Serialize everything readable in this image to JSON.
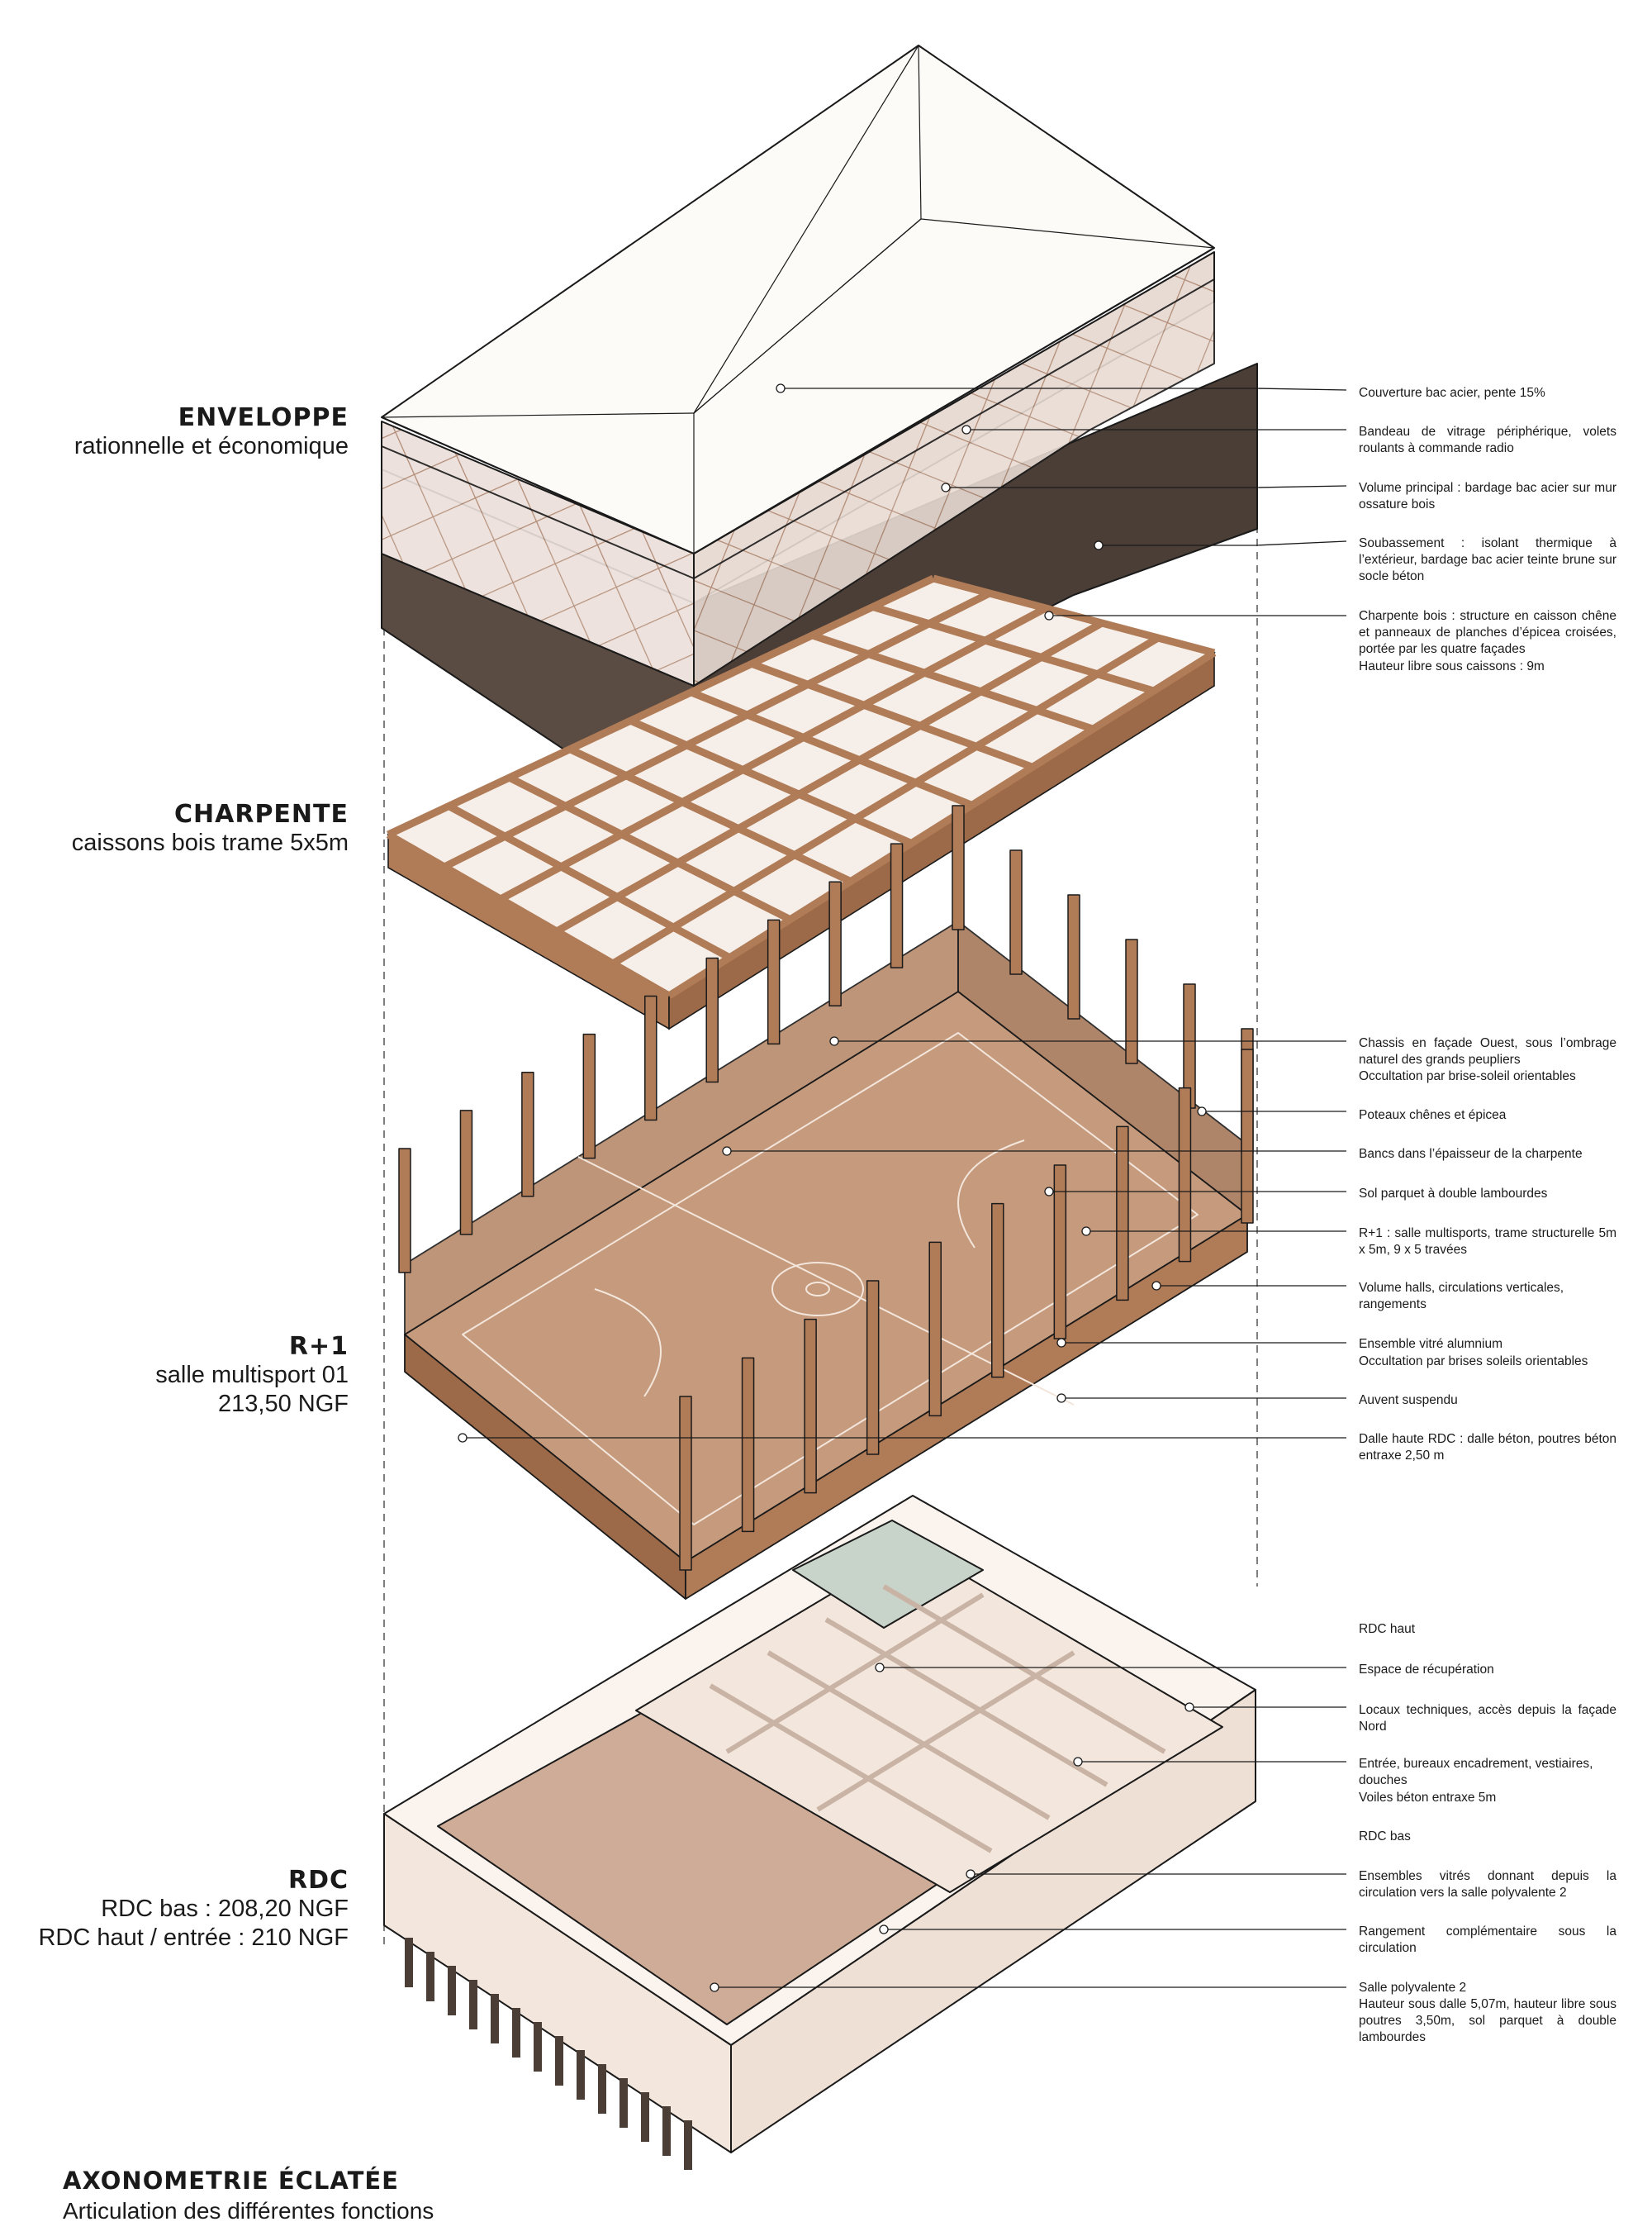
{
  "sections": {
    "enveloppe": {
      "title": "ENVELOPPE",
      "lines": [
        "rationnelle et  économique"
      ]
    },
    "charpente": {
      "title": "CHARPENTE",
      "lines": [
        "caissons bois trame 5x5m"
      ]
    },
    "r1": {
      "title": "R+1",
      "lines": [
        "salle multisport 01",
        "213,50 NGF"
      ]
    },
    "rdc": {
      "title": "RDC",
      "lines": [
        "RDC bas : 208,20 NGF",
        "RDC haut / entrée : 210 NGF"
      ]
    }
  },
  "annotations": [
    "Couverture bac acier, pente 15%",
    "Bandeau de vitrage périphérique, volets roulants à commande radio",
    "Volume principal : bardage bac acier sur mur ossature bois",
    "Soubassement : isolant thermique à l’extérieur, bardage bac acier teinte brune sur socle béton",
    "Charpente bois : structure en caisson chêne et panneaux de planches d’épicea croisées, portée par les quatre façades",
    "Hauteur libre sous caissons : 9m",
    "Chassis en façade Ouest, sous l’ombrage naturel des grands peupliers",
    "Occultation par brise-soleil orientables",
    "Poteaux chênes et épicea",
    "Bancs dans l’épaisseur de la charpente",
    "Sol parquet à double lambourdes",
    "R+1 : salle multisports, trame structurelle 5m x 5m, 9 x 5 travées",
    "Volume halls, circulations verticales, rangements",
    "Ensemble vitré alumnium",
    "Occultation par brises soleils orientables",
    "Auvent suspendu",
    "Dalle haute RDC : dalle béton, poutres béton entraxe 2,50 m",
    "RDC haut",
    "Espace de récupération",
    "Locaux techniques, accès depuis la façade Nord",
    "Entrée, bureaux encadrement, vestiaires, douches",
    "Voiles béton entraxe 5m",
    "RDC bas",
    "Ensembles vitrés donnant depuis la circulation vers la salle polyvalente 2",
    "Rangement complémentaire sous la circulation",
    "Salle polyvalente 2",
    "Hauteur sous dalle 5,07m, hauteur libre sous poutres 3,50m, sol parquet à double lambourdes"
  ],
  "footer": {
    "title": "AXONOMETRIE ÉCLATÉE",
    "subtitle": "Articulation des différentes fonctions"
  },
  "colors": {
    "roof": "#fdfbf8",
    "facade": "#ece1dc",
    "base": "#4a3e36",
    "timber": "#b07b57",
    "floor": "#c69a7c",
    "wall_light": "#f3e6dc",
    "green_room": "#c8d3c9",
    "hall": "#cfac98",
    "line": "#1a1a1a"
  }
}
